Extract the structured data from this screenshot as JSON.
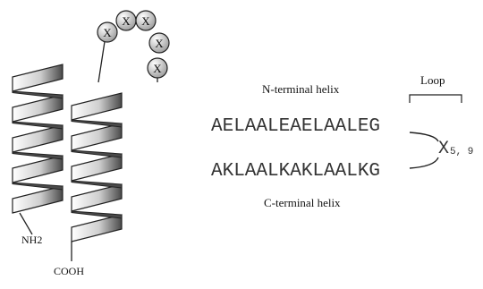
{
  "loop_residue_label": "X",
  "terminus_labels": {
    "amino": "NH2",
    "carboxyl": "COOH"
  },
  "n_terminal_helix": {
    "label": "N-terminal helix",
    "sequence": "AELAALEAELAALEG"
  },
  "c_terminal_helix": {
    "label": "C-terminal helix",
    "sequence": "AKLAALKAKLAALKG"
  },
  "loop": {
    "label": "Loop",
    "residue": "X",
    "lengths": "5, 9"
  },
  "colors": {
    "ribbon_dark": "#4a4a4a",
    "ribbon_light": "#ffffff",
    "outline": "#222222",
    "bead_fill": "#dcdcdc"
  }
}
